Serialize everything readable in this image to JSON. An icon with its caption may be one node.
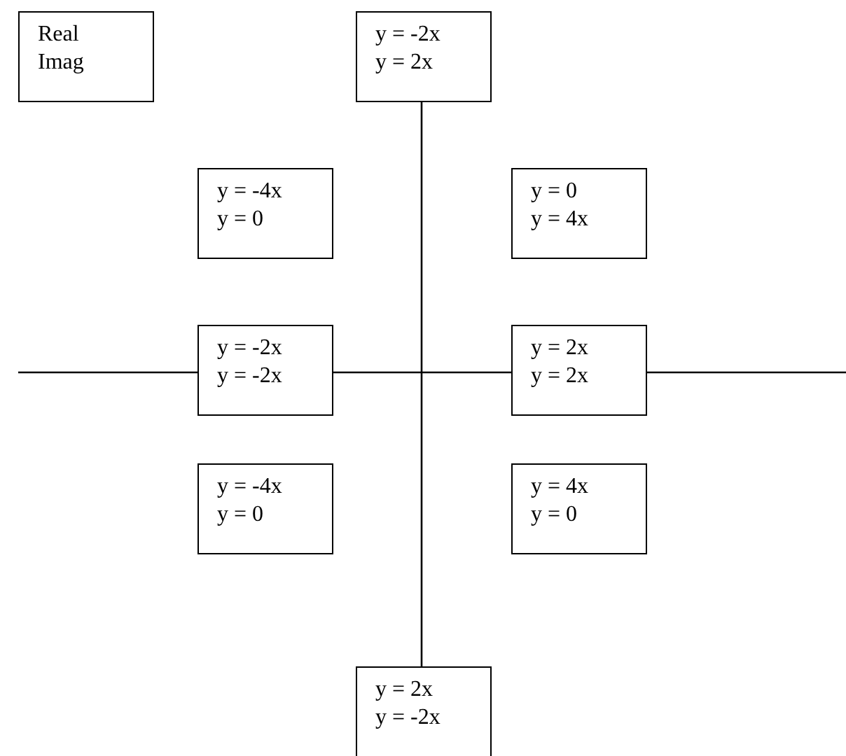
{
  "diagram": {
    "nodes": [
      {
        "text": [
          "Real",
          "Imag"
        ]
      },
      {
        "text": [
          "y = -2x",
          "y = 2x"
        ]
      },
      {
        "text": [
          "y = -4x",
          "y = 0"
        ]
      },
      {
        "text": [
          "y = 0",
          "y = 4x"
        ]
      },
      {
        "text": [
          "y = -2x",
          "y = -2x"
        ]
      },
      {
        "text": [
          "y = 2x",
          "y = 2x"
        ]
      },
      {
        "text": [
          "y = -4x",
          "y = 0"
        ]
      },
      {
        "text": [
          "y = 4x",
          "y = 0"
        ]
      },
      {
        "text": [
          "y = 2x",
          "y = -2x"
        ]
      }
    ]
  }
}
